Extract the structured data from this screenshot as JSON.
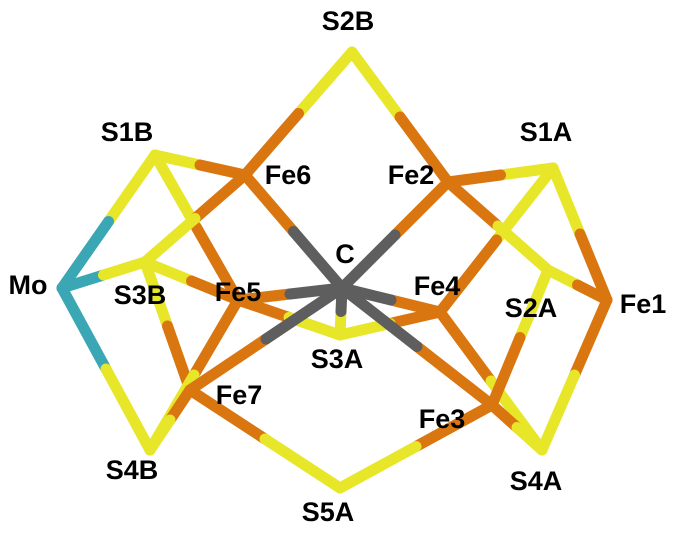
{
  "colors": {
    "S": "#E8E629",
    "Fe": "#D9760F",
    "Mo": "#3BA7B4",
    "C": "#5E5E5E",
    "background": "#FFFFFF",
    "label": "#000000"
  },
  "atoms": [
    {
      "id": "S2B",
      "label": "S2B",
      "element": "S"
    },
    {
      "id": "S1B",
      "label": "S1B",
      "element": "S"
    },
    {
      "id": "S1A",
      "label": "S1A",
      "element": "S"
    },
    {
      "id": "Fe6",
      "label": "Fe6",
      "element": "Fe"
    },
    {
      "id": "Fe2",
      "label": "Fe2",
      "element": "Fe"
    },
    {
      "id": "C",
      "label": "C",
      "element": "C"
    },
    {
      "id": "Mo",
      "label": "Mo",
      "element": "Mo"
    },
    {
      "id": "S3B",
      "label": "S3B",
      "element": "S"
    },
    {
      "id": "Fe5",
      "label": "Fe5",
      "element": "Fe"
    },
    {
      "id": "Fe4",
      "label": "Fe4",
      "element": "Fe"
    },
    {
      "id": "S2A",
      "label": "S2A",
      "element": "S"
    },
    {
      "id": "Fe1",
      "label": "Fe1",
      "element": "Fe"
    },
    {
      "id": "S3A",
      "label": "S3A",
      "element": "S"
    },
    {
      "id": "Fe7",
      "label": "Fe7",
      "element": "Fe"
    },
    {
      "id": "Fe3",
      "label": "Fe3",
      "element": "Fe"
    },
    {
      "id": "S4B",
      "label": "S4B",
      "element": "S"
    },
    {
      "id": "S4A",
      "label": "S4A",
      "element": "S"
    },
    {
      "id": "S5A",
      "label": "S5A",
      "element": "S"
    }
  ],
  "bonds": [
    [
      "S2B",
      "Fe6"
    ],
    [
      "S2B",
      "Fe2"
    ],
    [
      "S1B",
      "Fe6"
    ],
    [
      "S1B",
      "Fe5"
    ],
    [
      "S1B",
      "Mo"
    ],
    [
      "S1A",
      "Fe2"
    ],
    [
      "S1A",
      "Fe1"
    ],
    [
      "S1A",
      "Fe4"
    ],
    [
      "Fe6",
      "S3B"
    ],
    [
      "Fe6",
      "C"
    ],
    [
      "Fe2",
      "S2A"
    ],
    [
      "Fe2",
      "C"
    ],
    [
      "Mo",
      "S3B"
    ],
    [
      "Mo",
      "S4B"
    ],
    [
      "S3B",
      "Fe5"
    ],
    [
      "S3B",
      "Fe7"
    ],
    [
      "Fe5",
      "S3A"
    ],
    [
      "Fe5",
      "S4B"
    ],
    [
      "Fe5",
      "C"
    ],
    [
      "Fe4",
      "S3A"
    ],
    [
      "Fe4",
      "S4A"
    ],
    [
      "Fe4",
      "C"
    ],
    [
      "S2A",
      "Fe1"
    ],
    [
      "S2A",
      "Fe3"
    ],
    [
      "Fe1",
      "S4A"
    ],
    [
      "S3A",
      "C"
    ],
    [
      "Fe7",
      "S4B"
    ],
    [
      "Fe7",
      "S5A"
    ],
    [
      "Fe7",
      "C"
    ],
    [
      "Fe3",
      "S4A"
    ],
    [
      "Fe3",
      "S5A"
    ],
    [
      "Fe3",
      "C"
    ]
  ]
}
